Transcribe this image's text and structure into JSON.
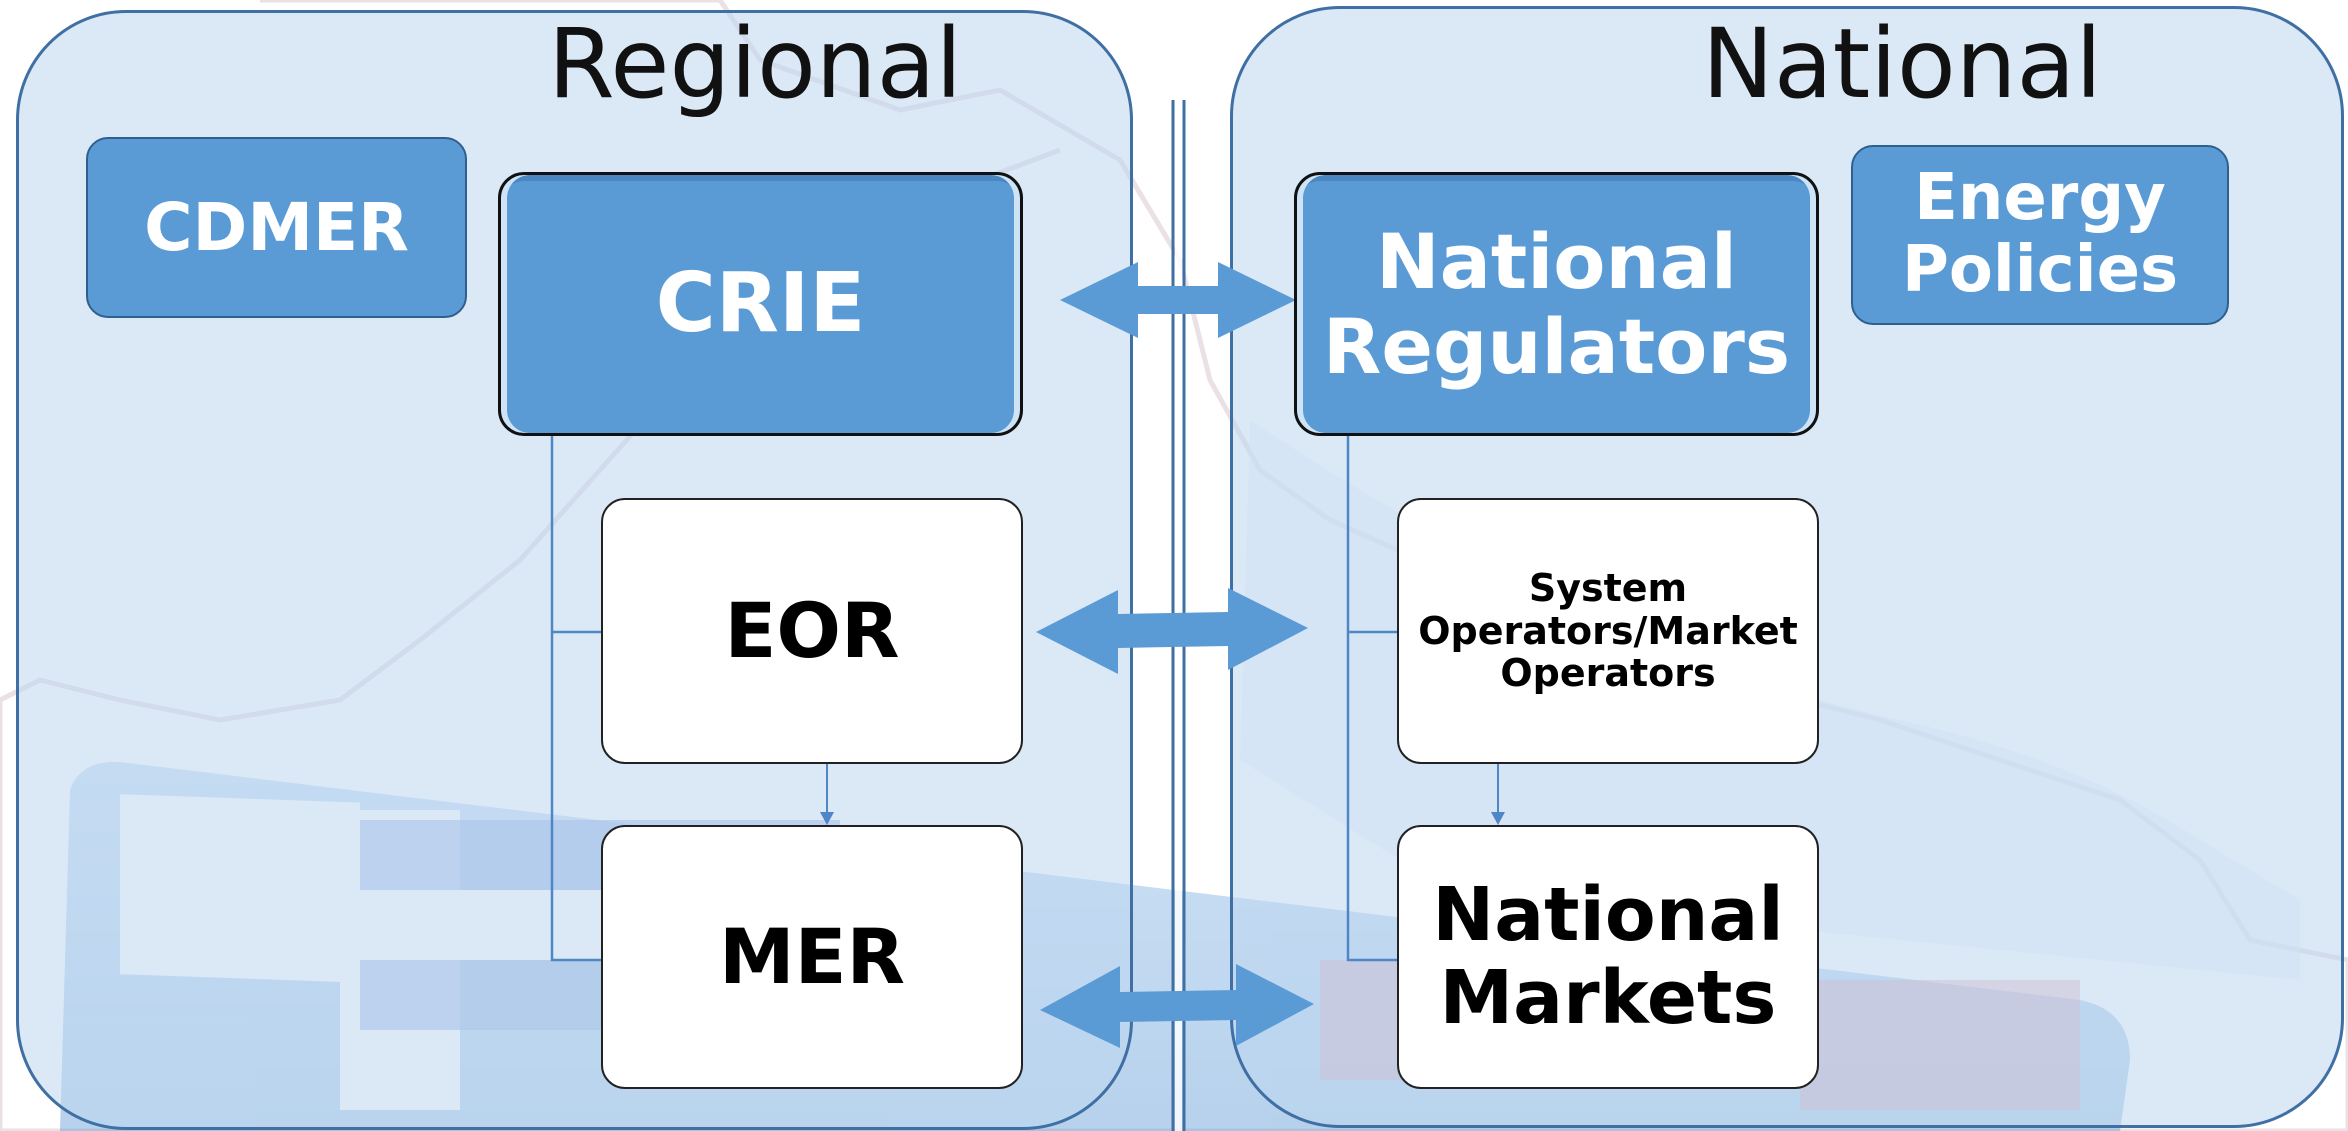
{
  "regional": {
    "title": "Regional",
    "cdmer": "CDMER",
    "crie": "CRIE",
    "eor": "EOR",
    "mer": "MER"
  },
  "national": {
    "title": "National",
    "regulators_line1": "National",
    "regulators_line2": "Regulators",
    "energy_policies_line1": "Energy",
    "energy_policies_line2": "Policies",
    "system_operators_line1": "System",
    "system_operators_line2": "Operators/Market",
    "system_operators_line3": "Operators",
    "markets_line1": "National",
    "markets_line2": "Markets"
  },
  "colors": {
    "box_blue": "#5b9bd5",
    "panel_fill": "#bed7f0",
    "panel_border": "#3f6fa3",
    "connector": "#4f86c6",
    "arrow": "#5b9bd5"
  }
}
